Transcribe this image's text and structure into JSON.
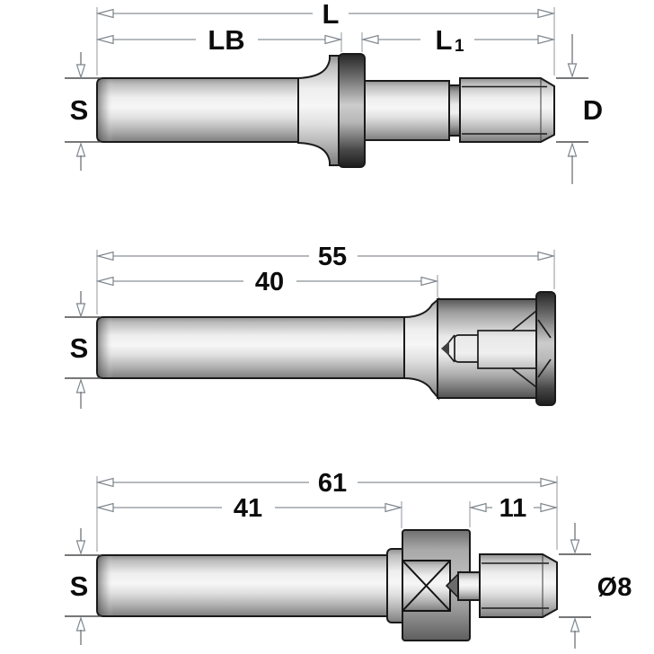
{
  "figure": {
    "name": "arbor-dimension-technical-drawing",
    "background": "#ffffff",
    "colors": {
      "outline": "#1a1a1a",
      "dimension_line": "#8b9196",
      "label_text": "#0c0c0c",
      "steel_light": "#f2f2f2",
      "steel_mid": "#b5b5b5",
      "steel_dark": "#2a2a2a"
    },
    "drawings": [
      {
        "name": "threaded-end-arbor",
        "dims": {
          "total": "L",
          "shank": "LB",
          "thread_main": "L",
          "thread_sub": "1",
          "shank_dia": "S",
          "thread_dia": "D"
        }
      },
      {
        "name": "collet-head-arbor",
        "dims": {
          "total": "55",
          "shank": "40",
          "shank_dia": "S"
        }
      },
      {
        "name": "nut-and-stud-arbor",
        "dims": {
          "total": "61",
          "shank": "41",
          "stud": "11",
          "shank_dia": "S",
          "stud_dia": "Ø8"
        }
      }
    ]
  }
}
